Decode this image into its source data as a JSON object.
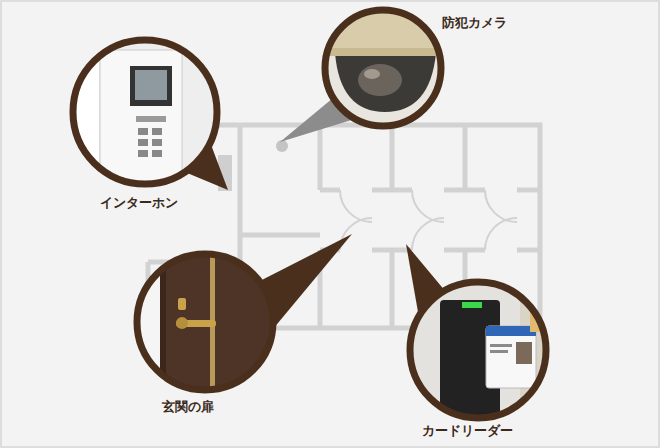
{
  "diagram": {
    "nodes": [
      {
        "text": [
          "防犯カメラ"
        ]
      },
      {
        "text": [
          "インターホン"
        ]
      },
      {
        "text": [
          "玄関の扉"
        ]
      },
      {
        "text": [
          "カードリーダー"
        ]
      }
    ]
  }
}
